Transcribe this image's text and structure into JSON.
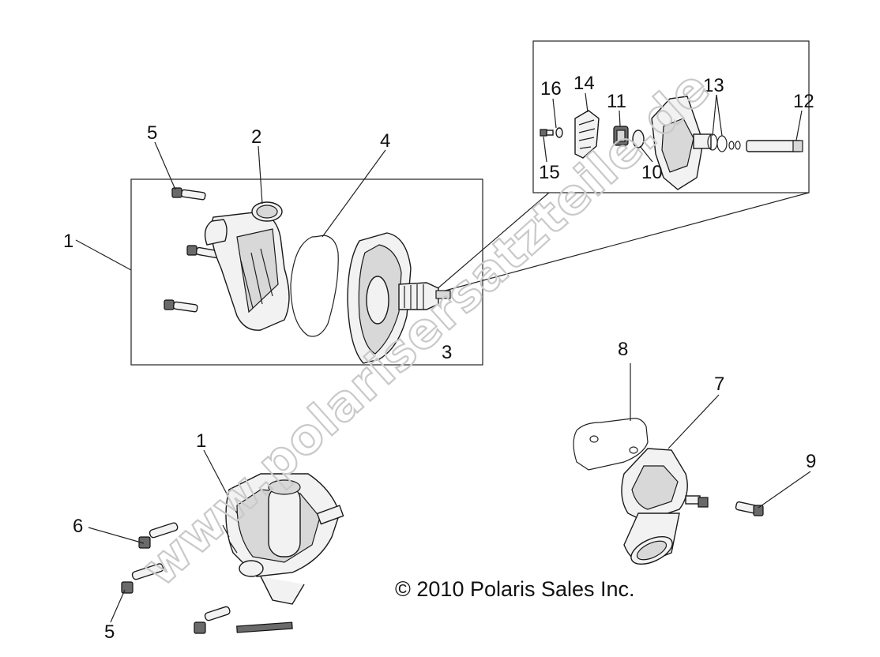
{
  "diagram": {
    "callouts": {
      "c1_top": "1",
      "c2": "2",
      "c3": "3",
      "c4": "4",
      "c5_top": "5",
      "c1_bottom": "1",
      "c5_bottom": "5",
      "c6": "6",
      "c7": "7",
      "c8": "8",
      "c9": "9",
      "c10": "10",
      "c11": "11",
      "c12": "12",
      "c13": "13",
      "c14": "14",
      "c15": "15",
      "c16": "16"
    },
    "copyright": "© 2010 Polaris Sales Inc.",
    "watermark": "www.polarisersatzteile.de"
  }
}
